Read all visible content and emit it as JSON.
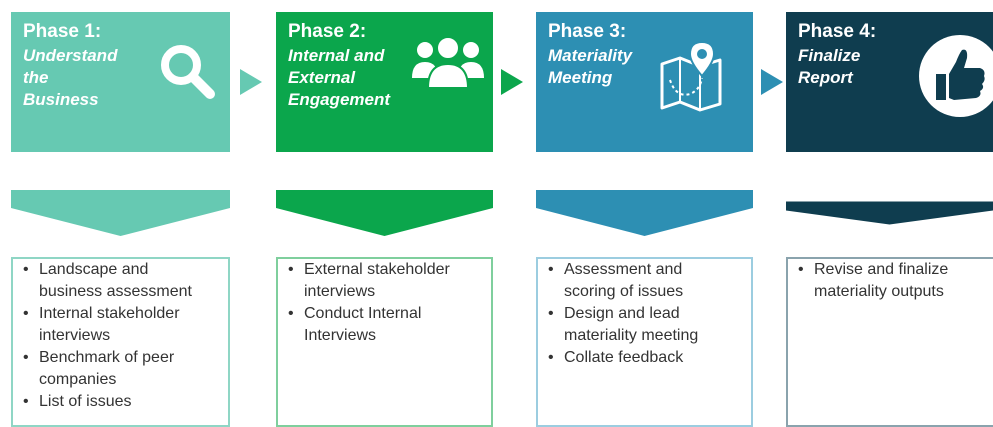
{
  "phases": [
    {
      "number": "Phase 1:",
      "title_lines": [
        "Understand",
        "the",
        "Business"
      ],
      "color": "#66c9b2",
      "border": "#8fd6c5",
      "icon": "magnifier-icon",
      "items": [
        [
          "Landscape and",
          "business assessment"
        ],
        [
          "Internal stakeholder",
          "interviews"
        ],
        [
          "Benchmark of peer",
          "companies"
        ],
        [
          "List of issues"
        ]
      ]
    },
    {
      "number": "Phase 2:",
      "title_lines": [
        "Internal and",
        "External",
        "Engagement"
      ],
      "color": "#0ba64c",
      "border": "#7fcf9d",
      "icon": "people-group-icon",
      "items": [
        [
          "External stakeholder",
          "interviews"
        ],
        [
          "Conduct Internal",
          "Interviews"
        ]
      ]
    },
    {
      "number": "Phase 3:",
      "title_lines": [
        "Materiality",
        "Meeting"
      ],
      "color": "#2d8fb3",
      "border": "#9ccde0",
      "icon": "map-pin-icon",
      "items": [
        [
          "Assessment and",
          "scoring of issues"
        ],
        [
          "Design and lead",
          "materiality meeting"
        ],
        [
          "Collate feedback"
        ]
      ]
    },
    {
      "number": "Phase 4:",
      "title_lines": [
        "Finalize",
        "Report"
      ],
      "color": "#0f3d4f",
      "border": "#8aa3ad",
      "icon": "thumbs-up-icon",
      "items": [
        [
          "Revise and finalize",
          "materiality outputs"
        ]
      ]
    }
  ]
}
